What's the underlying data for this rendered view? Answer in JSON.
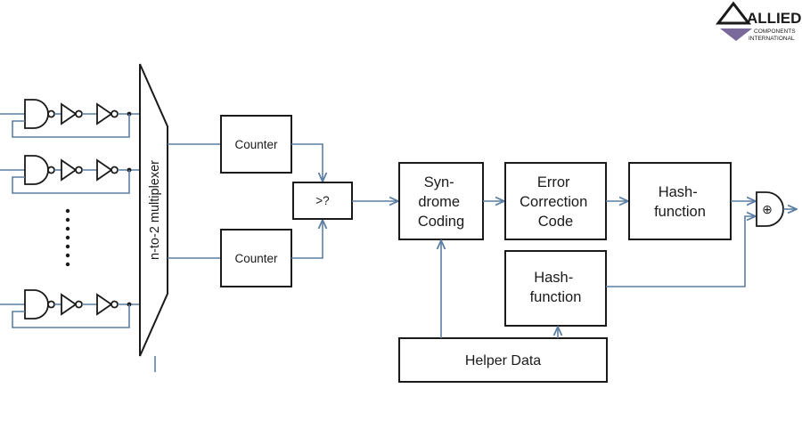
{
  "logo": {
    "name": "ALLIED",
    "sub1": "COMPONENTS",
    "sub2": "INTERNATIONAL",
    "colors": {
      "dark": "#1a1a1a",
      "violet": "#7a6a9c"
    }
  },
  "diagram": {
    "mux_label": "n-to-2 multiplexer",
    "counter_top": "Counter",
    "counter_bottom": "Counter",
    "compare_label": ">?",
    "syndrome_lines": [
      "Syn-",
      "drome",
      "Coding"
    ],
    "ecc_lines": [
      "Error",
      "Correction",
      "Code"
    ],
    "hash_top_lines": [
      "Hash-",
      "function"
    ],
    "hash_mid_lines": [
      "Hash-",
      "function"
    ],
    "helper_label": "Helper Data",
    "xor_symbol": "⊕",
    "colors": {
      "wire": "#5b7ea3",
      "box": "#1a1a1a"
    }
  }
}
